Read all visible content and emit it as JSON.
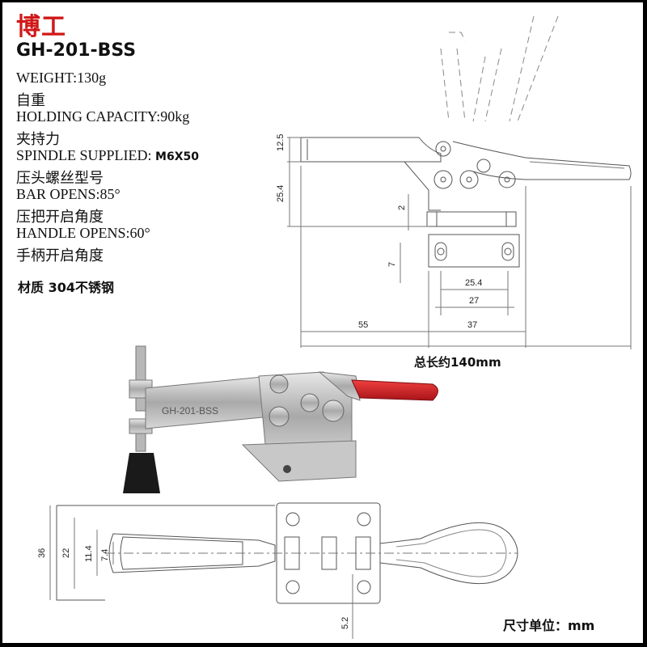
{
  "header": {
    "brand": "博工",
    "model": "GH-201-BSS"
  },
  "specs": [
    {
      "label": "WEIGHT:130g"
    },
    {
      "label": "自重"
    },
    {
      "label": "HOLDING CAPACITY:90kg"
    },
    {
      "label": "夹持力"
    },
    {
      "label": "SPINDLE SUPPLIED: ",
      "value": "M6X50"
    },
    {
      "label": "压头螺丝型号"
    },
    {
      "label": "BAR OPENS:85°"
    },
    {
      "label": "压把开启角度"
    },
    {
      "label": "HANDLE OPENS:60°"
    },
    {
      "label": "手柄开启角度"
    }
  ],
  "material": "材质 304不锈钢",
  "total_length": "总长约140mm",
  "unit_label": "尺寸单位：mm",
  "product_label": "GH-201-BSS",
  "dimensions": {
    "side": {
      "d1": "12.5",
      "d2": "25.4",
      "d3": "2",
      "d4": "7",
      "d5": "25.4",
      "d6": "27",
      "d7": "55",
      "d8": "37"
    },
    "top": {
      "d1": "36",
      "d2": "22",
      "d3": "11.4",
      "d4": "7.4",
      "d5": "5.2"
    }
  },
  "colors": {
    "brand": "#d01818",
    "handle_grip": "#d8202a",
    "line": "#555555"
  }
}
